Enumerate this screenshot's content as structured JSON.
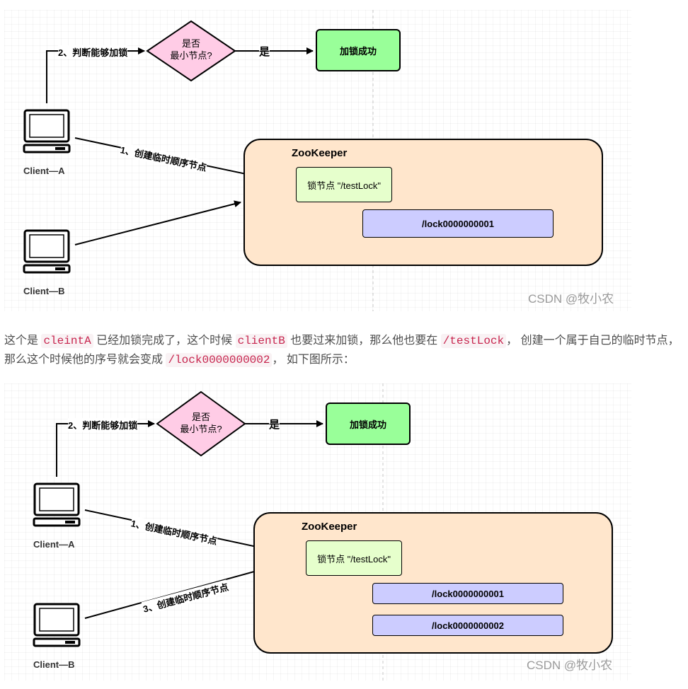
{
  "diagram1": {
    "check_label": "2、判断能够加锁",
    "decision_line1": "是否",
    "decision_line2": "最小节点?",
    "yes_label": "是",
    "success_label": "加锁成功",
    "zk_title": "ZooKeeper",
    "lock_node": "锁节点 \"/testLock\"",
    "children": [
      "/lock0000000001"
    ],
    "create_label": "1、创建临时顺序节点",
    "client_a": "Client—A",
    "client_b": "Client—B",
    "watermark": "CSDN @牧小农"
  },
  "paragraph": {
    "t1": "这个是 ",
    "c1": "cleintA",
    "t2": " 已经加锁完成了，这个时候 ",
    "c2": "clientB",
    "t3": " 也要过来加锁，那么他也要在 ",
    "c3": "/testLock",
    "t4": "， 创建一个属于自己的临时节点，那么这个时候他的序号就会变成 ",
    "c4": "/lock0000000002",
    "t5": "， 如下图所示："
  },
  "diagram2": {
    "check_label": "2、判断能够加锁",
    "decision_line1": "是否",
    "decision_line2": "最小节点?",
    "yes_label": "是",
    "success_label": "加锁成功",
    "zk_title": "ZooKeeper",
    "lock_node": "锁节点 \"/testLock\"",
    "children": [
      "/lock0000000001",
      "/lock0000000002"
    ],
    "create_label_a": "1、创建临时顺序节点",
    "create_label_b": "3、创建临时顺序节点",
    "client_a": "Client—A",
    "client_b": "Client—B",
    "watermark": "CSDN @牧小农"
  }
}
